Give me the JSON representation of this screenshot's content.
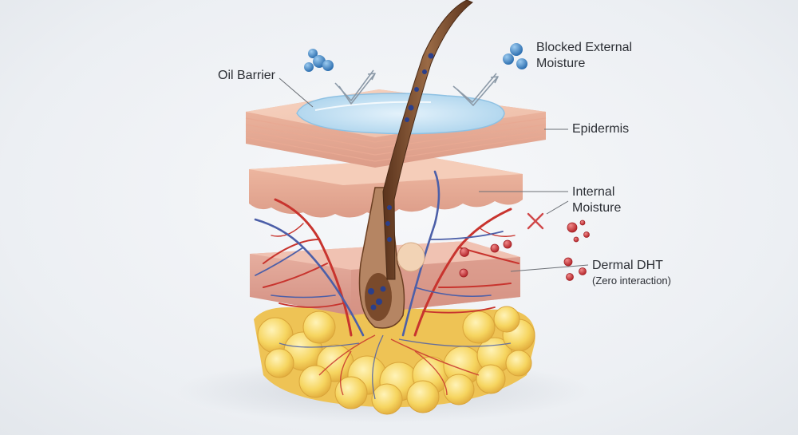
{
  "labels": {
    "oil_barrier": "Oil Barrier",
    "blocked_external_line1": "Blocked External",
    "blocked_external_line2": "Moisture",
    "epidermis": "Epidermis",
    "internal_line1": "Internal",
    "internal_line2": "Moisture",
    "dermal_dht": "Dermal DHT",
    "zero_interaction": "(Zero interaction)"
  },
  "colors": {
    "skin_top": "#f2c4ae",
    "skin_side": "#e7a894",
    "dermis_side": "#dc9a8e",
    "fat": "#f5d35a",
    "blood_vessel": "#c8342e",
    "vein": "#4c5fa8",
    "hair_shaft": "#7a4a2b",
    "water": "#b7d9ee",
    "moisture_molecule": "#3d86c6",
    "dht_molecule": "#c6383c",
    "leader_line": "#6b6f75"
  }
}
